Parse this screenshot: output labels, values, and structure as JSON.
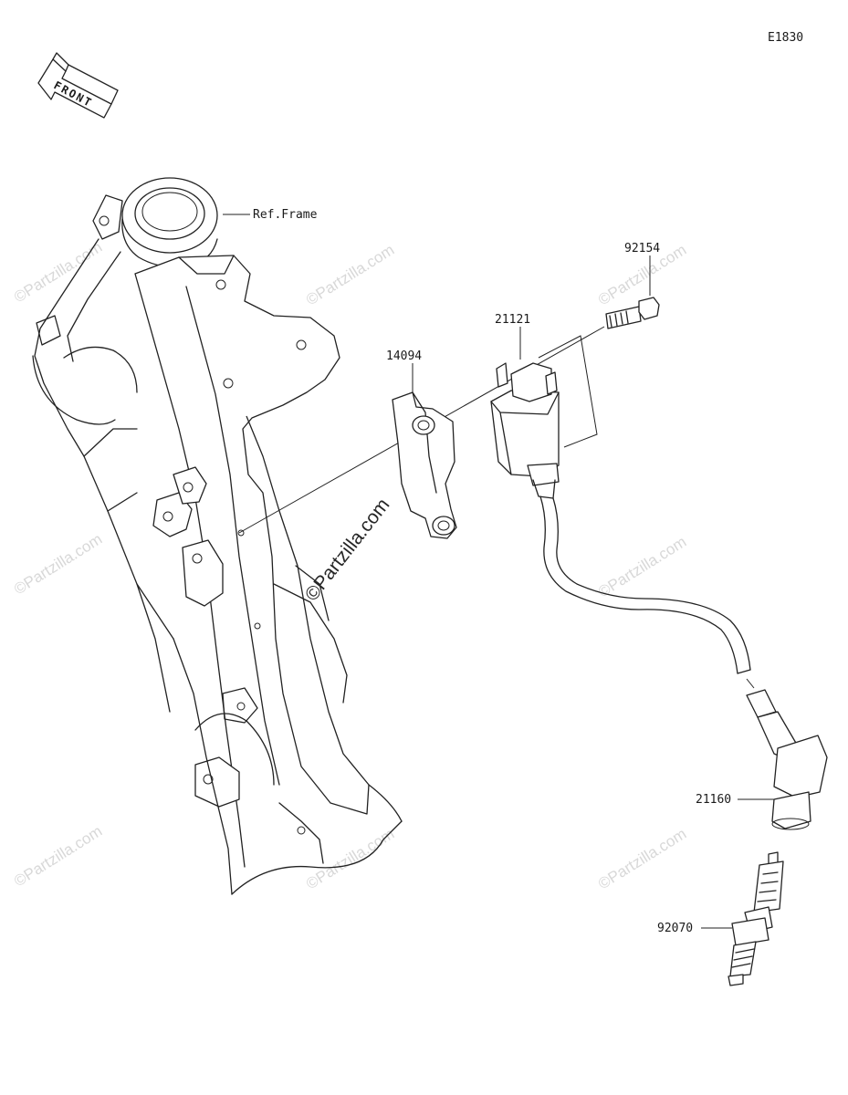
{
  "diagram": {
    "code": "E1830",
    "front_arrow": "FRONT",
    "ref_frame": "Ref.Frame",
    "parts": {
      "bolt": "92154",
      "coil": "21121",
      "bracket": "14094",
      "cap": "21160",
      "plug": "92070"
    },
    "watermark": "©Partzilla.com"
  }
}
